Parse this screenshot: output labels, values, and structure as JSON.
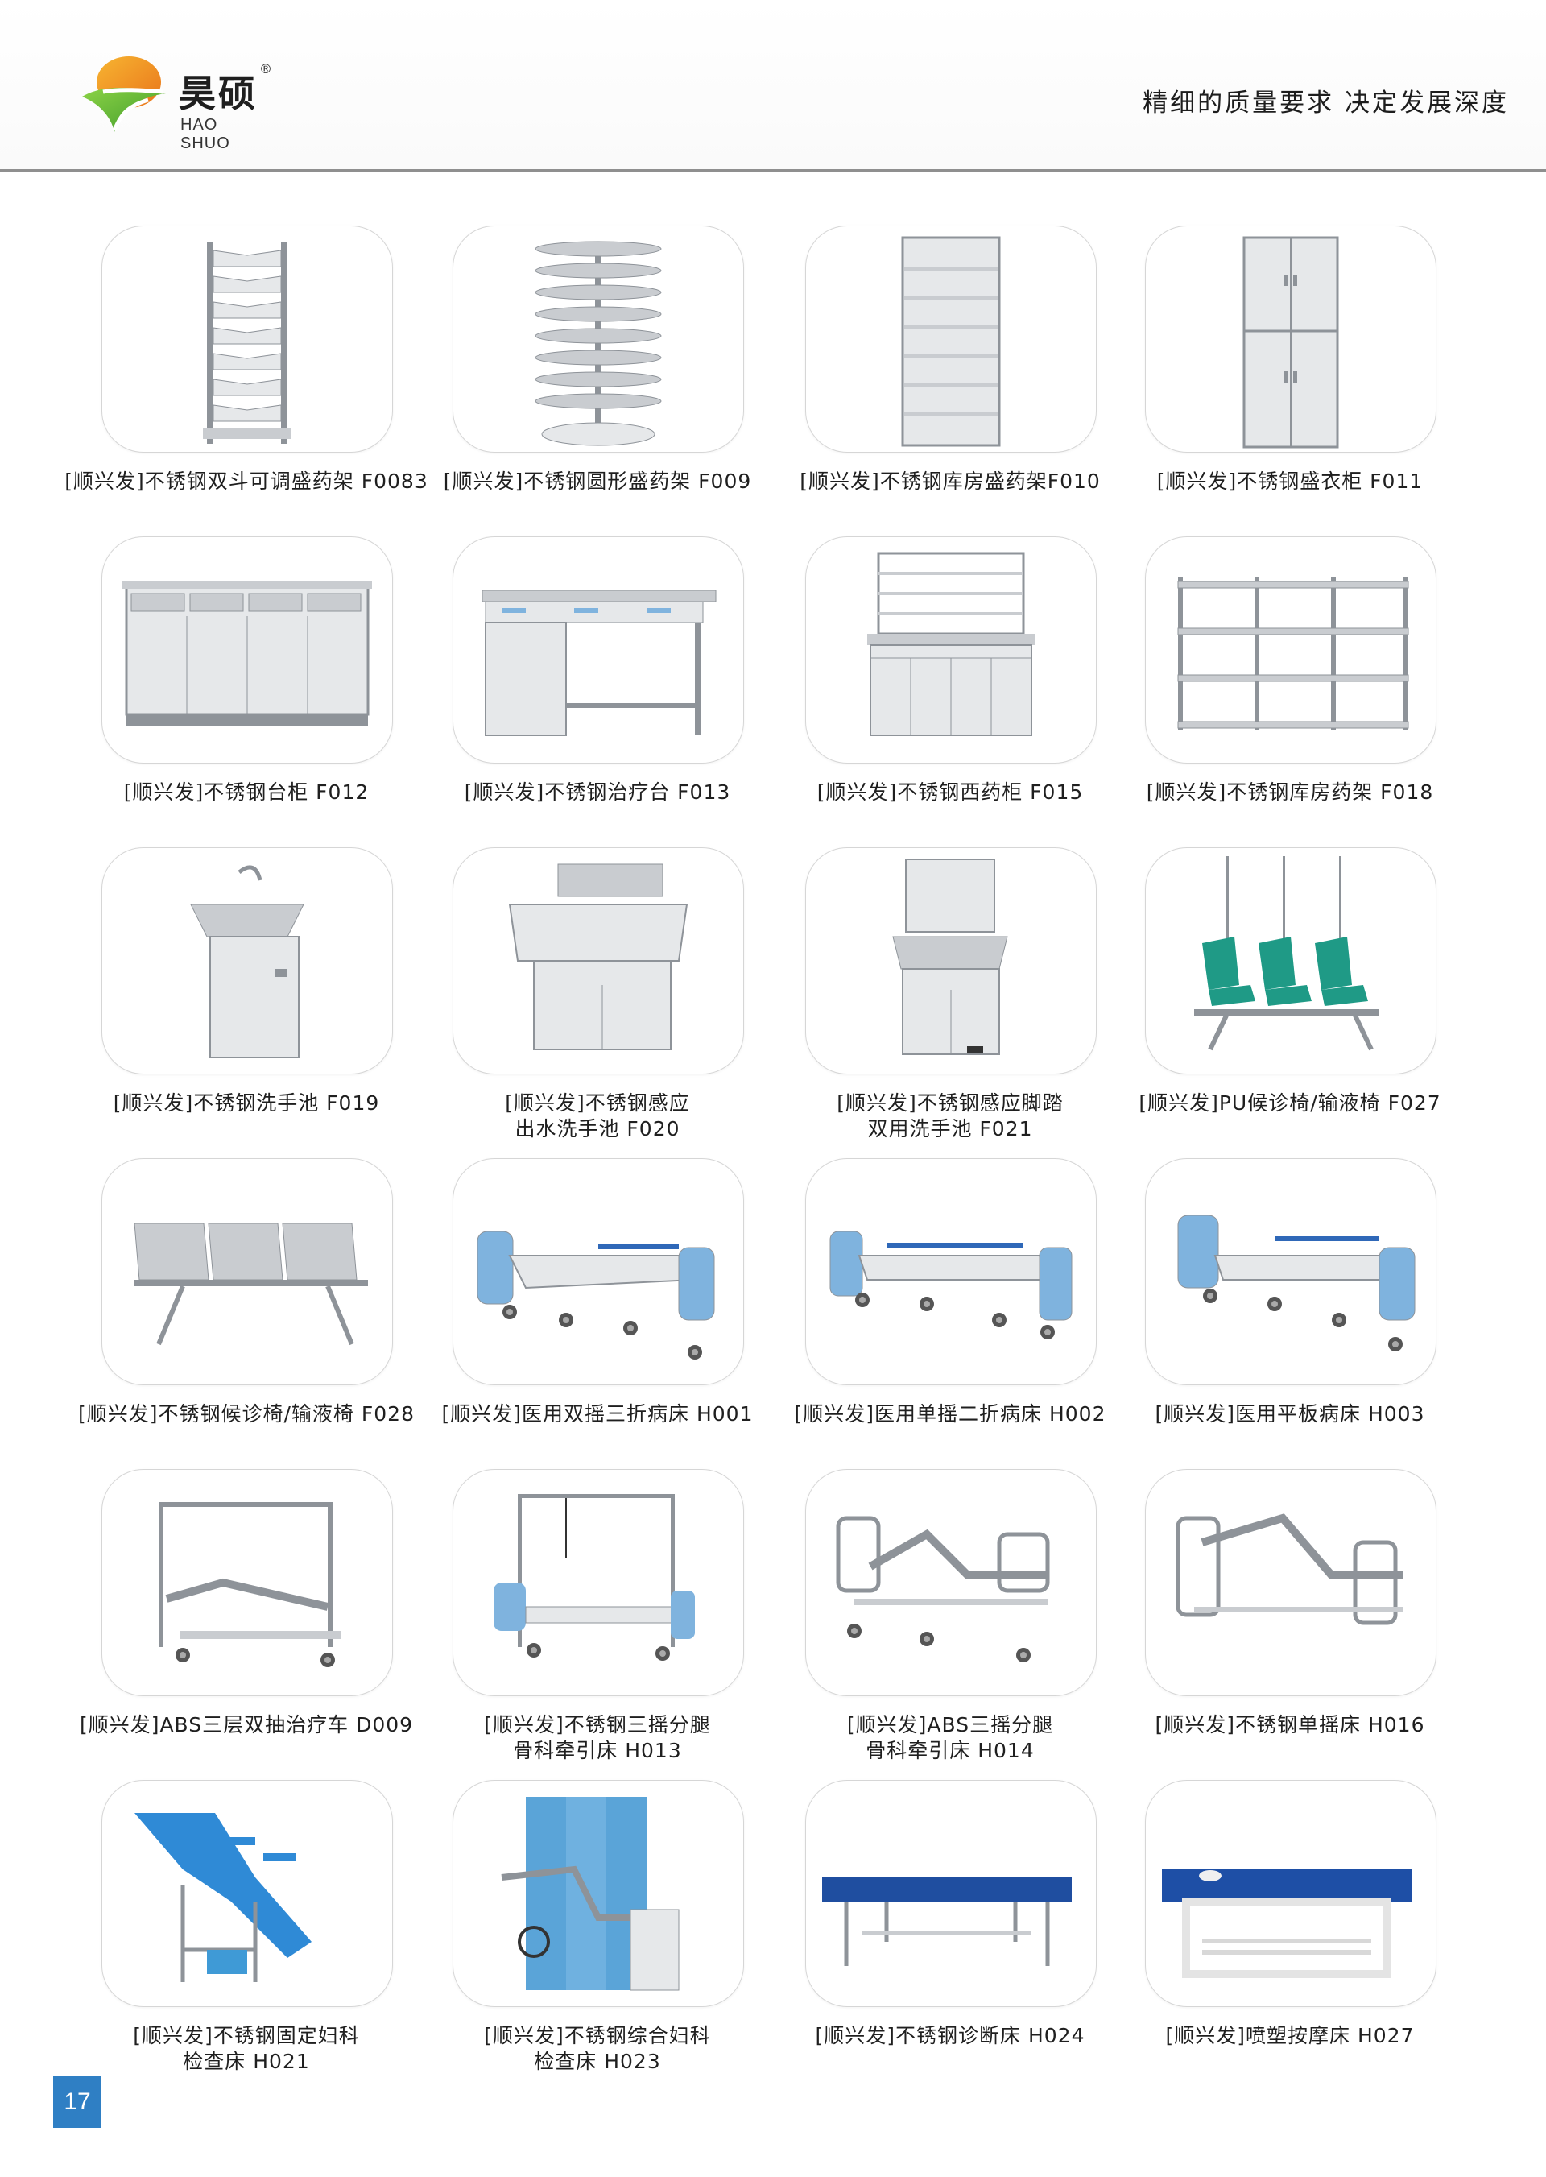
{
  "header": {
    "brand_name": "昊硕",
    "brand_reg": "®",
    "brand_en": "HAO SHUO",
    "slogan": "精细的质量要求 决定发展深度"
  },
  "colors": {
    "accent_blue": "#2f7fc4",
    "logo_orange": "#f39a1e",
    "logo_green": "#5db431",
    "steel": "#c9ccd0",
    "bed_blue": "#7fb3de",
    "pad_blue": "#2f68b8"
  },
  "products": [
    {
      "line1": "[顺兴发]不锈钢双斗可调盛药架 F0083",
      "line2": "",
      "icon": "double-bin-rack"
    },
    {
      "line1": "[顺兴发]不锈钢圆形盛药架 F009",
      "line2": "",
      "icon": "round-rack"
    },
    {
      "line1": "[顺兴发]不锈钢库房盛药架F010",
      "line2": "",
      "icon": "open-shelf"
    },
    {
      "line1": "[顺兴发]不锈钢盛衣柜 F011",
      "line2": "",
      "icon": "wardrobe"
    },
    {
      "line1": "[顺兴发]不锈钢台柜 F012",
      "line2": "",
      "icon": "counter-cabinet"
    },
    {
      "line1": "[顺兴发]不锈钢治疗台 F013",
      "line2": "",
      "icon": "treatment-desk"
    },
    {
      "line1": "[顺兴发]不锈钢西药柜 F015",
      "line2": "",
      "icon": "medicine-cabinet"
    },
    {
      "line1": "[顺兴发]不锈钢库房药架 F018",
      "line2": "",
      "icon": "storage-rack"
    },
    {
      "line1": "[顺兴发]不锈钢洗手池 F019",
      "line2": "",
      "icon": "sink"
    },
    {
      "line1": "[顺兴发]不锈钢感应",
      "line2": "出水洗手池 F020",
      "icon": "sensor-sink"
    },
    {
      "line1": "[顺兴发]不锈钢感应脚踏",
      "line2": "双用洗手池 F021",
      "icon": "pedal-sink"
    },
    {
      "line1": "[顺兴发]PU候诊椅/输液椅 F027",
      "line2": "",
      "icon": "pu-chair"
    },
    {
      "line1": "[顺兴发]不锈钢候诊椅/输液椅 F028",
      "line2": "",
      "icon": "steel-chair"
    },
    {
      "line1": "[顺兴发]医用双摇三折病床 H001",
      "line2": "",
      "icon": "bed-double-crank"
    },
    {
      "line1": "[顺兴发]医用单摇二折病床 H002",
      "line2": "",
      "icon": "bed-single-crank"
    },
    {
      "line1": "[顺兴发]医用平板病床 H003",
      "line2": "",
      "icon": "bed-flat"
    },
    {
      "line1": "[顺兴发]ABS三层双抽治疗车 D009",
      "line2": "",
      "icon": "traction-bed-abs"
    },
    {
      "line1": "[顺兴发]不锈钢三摇分腿",
      "line2": "骨科牵引床 H013",
      "icon": "traction-bed"
    },
    {
      "line1": "[顺兴发]ABS三摇分腿",
      "line2": "骨科牵引床 H014",
      "icon": "steel-bed"
    },
    {
      "line1": "[顺兴发]不锈钢单摇床 H016",
      "line2": "",
      "icon": "steel-single-bed"
    },
    {
      "line1": "[顺兴发]不锈钢固定妇科",
      "line2": "检查床 H021",
      "icon": "gyn-bed"
    },
    {
      "line1": "[顺兴发]不锈钢综合妇科",
      "line2": "检查床 H023",
      "icon": "gyn-station"
    },
    {
      "line1": "[顺兴发]不锈钢诊断床 H024",
      "line2": "",
      "icon": "exam-bed"
    },
    {
      "line1": "[顺兴发]喷塑按摩床 H027",
      "line2": "",
      "icon": "massage-bed"
    }
  ],
  "page_number": "17"
}
